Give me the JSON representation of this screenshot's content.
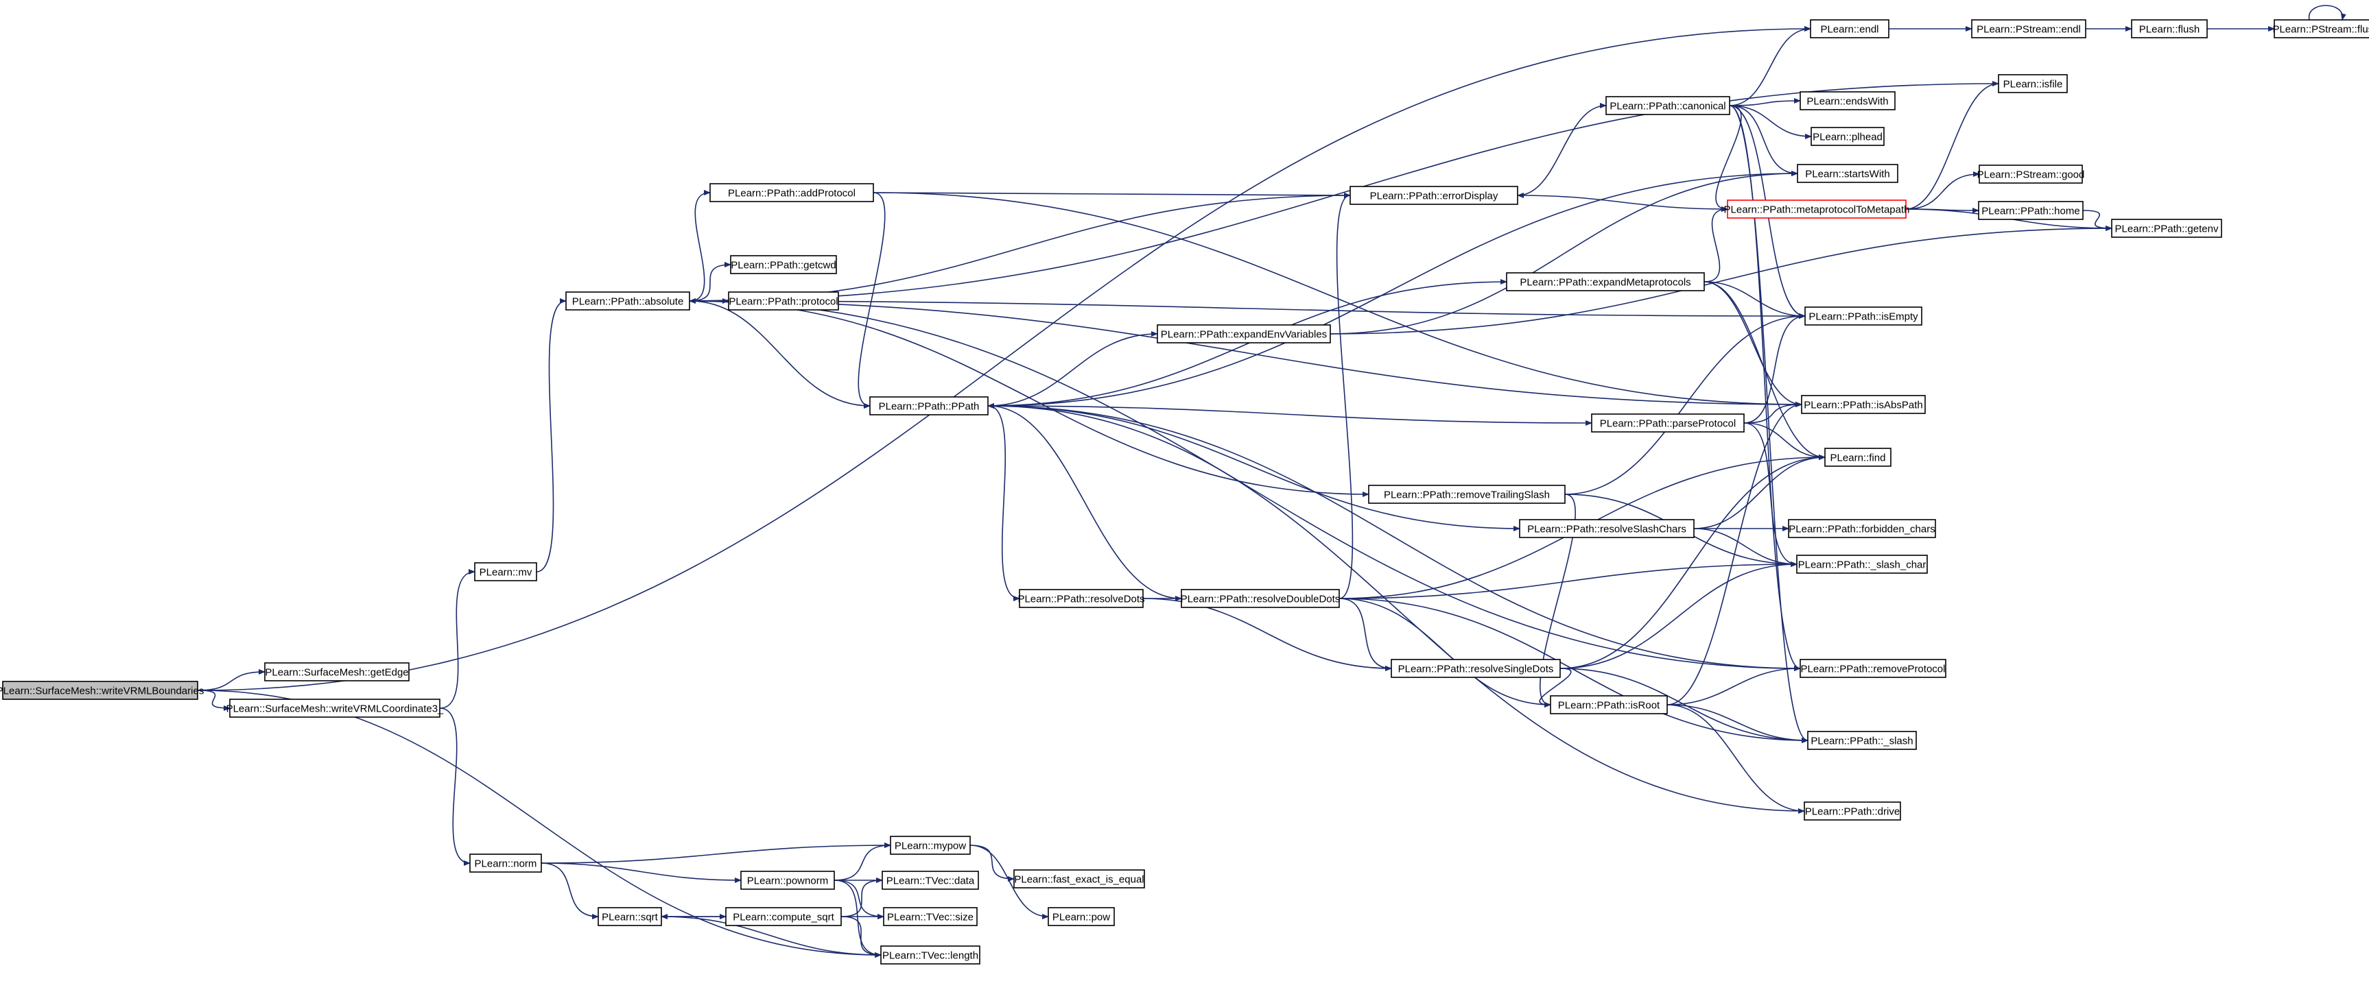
{
  "nodes": [
    {
      "id": "root",
      "label": "PLearn::SurfaceMesh::writeVRMLBoundaries",
      "root": true
    },
    {
      "id": "getEdge",
      "label": "PLearn::SurfaceMesh::getEdge"
    },
    {
      "id": "writeCoord",
      "label": "PLearn::SurfaceMesh::writeVRMLCoordinate3_"
    },
    {
      "id": "mv",
      "label": "PLearn::mv"
    },
    {
      "id": "norm",
      "label": "PLearn::norm"
    },
    {
      "id": "absolute",
      "label": "PLearn::PPath::absolute"
    },
    {
      "id": "addProtocol",
      "label": "PLearn::PPath::addProtocol"
    },
    {
      "id": "getcwd",
      "label": "PLearn::PPath::getcwd"
    },
    {
      "id": "protocol",
      "label": "PLearn::PPath::protocol"
    },
    {
      "id": "PPath",
      "label": "PLearn::PPath::PPath"
    },
    {
      "id": "expandEnvVariables",
      "label": "PLearn::PPath::expandEnvVariables"
    },
    {
      "id": "errorDisplay",
      "label": "PLearn::PPath::errorDisplay"
    },
    {
      "id": "canonical",
      "label": "PLearn::PPath::canonical"
    },
    {
      "id": "endl",
      "label": "PLearn::endl"
    },
    {
      "id": "pstreamEndl",
      "label": "PLearn::PStream::endl"
    },
    {
      "id": "flush",
      "label": "PLearn::flush"
    },
    {
      "id": "pstreamFlush",
      "label": "PLearn::PStream::flush"
    },
    {
      "id": "isfile",
      "label": "PLearn::isfile"
    },
    {
      "id": "endsWith",
      "label": "PLearn::endsWith"
    },
    {
      "id": "plhead",
      "label": "PLearn::plhead"
    },
    {
      "id": "startsWith",
      "label": "PLearn::startsWith"
    },
    {
      "id": "metaprotocol",
      "label": "PLearn::PPath::metaprotocolToMetapath",
      "highlight": true
    },
    {
      "id": "pstreamGood",
      "label": "PLearn::PStream::good"
    },
    {
      "id": "home",
      "label": "PLearn::PPath::home"
    },
    {
      "id": "getenv",
      "label": "PLearn::PPath::getenv"
    },
    {
      "id": "expandMeta",
      "label": "PLearn::PPath::expandMetaprotocols"
    },
    {
      "id": "isEmpty",
      "label": "PLearn::PPath::isEmpty"
    },
    {
      "id": "parseProtocol",
      "label": "PLearn::PPath::parseProtocol"
    },
    {
      "id": "isAbsPath",
      "label": "PLearn::PPath::isAbsPath"
    },
    {
      "id": "find",
      "label": "PLearn::find"
    },
    {
      "id": "removeTrailingSlash",
      "label": "PLearn::PPath::removeTrailingSlash"
    },
    {
      "id": "resolveSlashChars",
      "label": "PLearn::PPath::resolveSlashChars"
    },
    {
      "id": "forbiddenChars",
      "label": "PLearn::PPath::forbidden_chars"
    },
    {
      "id": "slashChar",
      "label": "PLearn::PPath::_slash_char"
    },
    {
      "id": "resolveDots",
      "label": "PLearn::PPath::resolveDots"
    },
    {
      "id": "resolveDoubleDots",
      "label": "PLearn::PPath::resolveDoubleDots"
    },
    {
      "id": "removeProtocol",
      "label": "PLearn::PPath::removeProtocol"
    },
    {
      "id": "resolveSingleDots",
      "label": "PLearn::PPath::resolveSingleDots"
    },
    {
      "id": "isRoot",
      "label": "PLearn::PPath::isRoot"
    },
    {
      "id": "slash",
      "label": "PLearn::PPath::_slash"
    },
    {
      "id": "drive",
      "label": "PLearn::PPath::drive"
    },
    {
      "id": "mypow",
      "label": "PLearn::mypow"
    },
    {
      "id": "pownorm",
      "label": "PLearn::pownorm"
    },
    {
      "id": "tvecData",
      "label": "PLearn::TVec::data"
    },
    {
      "id": "fastExact",
      "label": "PLearn::fast_exact_is_equal"
    },
    {
      "id": "sqrt",
      "label": "PLearn::sqrt"
    },
    {
      "id": "computeSqrt",
      "label": "PLearn::compute_sqrt"
    },
    {
      "id": "tvecSize",
      "label": "PLearn::TVec::size"
    },
    {
      "id": "pow",
      "label": "PLearn::pow"
    },
    {
      "id": "tvecLength",
      "label": "PLearn::TVec::length"
    }
  ],
  "edges": [
    [
      "root",
      "getEdge"
    ],
    [
      "root",
      "writeCoord"
    ],
    [
      "root",
      "endl"
    ],
    [
      "root",
      "tvecLength"
    ],
    [
      "writeCoord",
      "mv"
    ],
    [
      "writeCoord",
      "norm"
    ],
    [
      "mv",
      "absolute"
    ],
    [
      "absolute",
      "addProtocol"
    ],
    [
      "absolute",
      "getcwd"
    ],
    [
      "absolute",
      "protocol"
    ],
    [
      "absolute",
      "PPath"
    ],
    [
      "absolute",
      "isEmpty"
    ],
    [
      "absolute",
      "removeTrailingSlash"
    ],
    [
      "absolute",
      "removeProtocol"
    ],
    [
      "absolute",
      "isAbsPath"
    ],
    [
      "addProtocol",
      "errorDisplay"
    ],
    [
      "addProtocol",
      "PPath"
    ],
    [
      "addProtocol",
      "isAbsPath"
    ],
    [
      "PPath",
      "expandEnvVariables"
    ],
    [
      "PPath",
      "expandMeta"
    ],
    [
      "PPath",
      "parseProtocol"
    ],
    [
      "PPath",
      "resolveSlashChars"
    ],
    [
      "PPath",
      "resolveDots"
    ],
    [
      "PPath",
      "startsWith"
    ],
    [
      "expandEnvVariables",
      "getenv"
    ],
    [
      "expandEnvVariables",
      "startsWith"
    ],
    [
      "errorDisplay",
      "canonical"
    ],
    [
      "errorDisplay",
      "absolute"
    ],
    [
      "canonical",
      "endl"
    ],
    [
      "canonical",
      "endsWith"
    ],
    [
      "canonical",
      "plhead"
    ],
    [
      "canonical",
      "startsWith"
    ],
    [
      "canonical",
      "metaprotocol"
    ],
    [
      "canonical",
      "isEmpty"
    ],
    [
      "canonical",
      "removeProtocol"
    ],
    [
      "canonical",
      "slash"
    ],
    [
      "endl",
      "pstreamEndl"
    ],
    [
      "pstreamEndl",
      "flush"
    ],
    [
      "flush",
      "pstreamFlush"
    ],
    [
      "pstreamFlush",
      "pstreamFlush"
    ],
    [
      "isfile",
      "absolute"
    ],
    [
      "metaprotocol",
      "errorDisplay"
    ],
    [
      "metaprotocol",
      "isfile"
    ],
    [
      "metaprotocol",
      "pstreamGood"
    ],
    [
      "metaprotocol",
      "home"
    ],
    [
      "metaprotocol",
      "getenv"
    ],
    [
      "home",
      "getenv"
    ],
    [
      "expandMeta",
      "metaprotocol"
    ],
    [
      "expandMeta",
      "isEmpty"
    ],
    [
      "expandMeta",
      "find"
    ],
    [
      "expandMeta",
      "isAbsPath"
    ],
    [
      "parseProtocol",
      "isEmpty"
    ],
    [
      "parseProtocol",
      "isAbsPath"
    ],
    [
      "parseProtocol",
      "find"
    ],
    [
      "parseProtocol",
      "slashChar"
    ],
    [
      "removeTrailingSlash",
      "isEmpty"
    ],
    [
      "removeTrailingSlash",
      "isRoot"
    ],
    [
      "removeTrailingSlash",
      "slashChar"
    ],
    [
      "resolveSlashChars",
      "forbiddenChars"
    ],
    [
      "resolveSlashChars",
      "find"
    ],
    [
      "resolveSlashChars",
      "slashChar"
    ],
    [
      "resolveDots",
      "resolveDoubleDots"
    ],
    [
      "resolveDots",
      "resolveSingleDots"
    ],
    [
      "resolveDoubleDots",
      "PPath"
    ],
    [
      "resolveDoubleDots",
      "errorDisplay"
    ],
    [
      "resolveDoubleDots",
      "find"
    ],
    [
      "resolveDoubleDots",
      "slashChar"
    ],
    [
      "resolveDoubleDots",
      "isRoot"
    ],
    [
      "resolveDoubleDots",
      "resolveSingleDots"
    ],
    [
      "resolveDoubleDots",
      "slash"
    ],
    [
      "resolveSingleDots",
      "find"
    ],
    [
      "resolveSingleDots",
      "slashChar"
    ],
    [
      "resolveSingleDots",
      "isRoot"
    ],
    [
      "resolveSingleDots",
      "slash"
    ],
    [
      "isRoot",
      "removeProtocol"
    ],
    [
      "isRoot",
      "isAbsPath"
    ],
    [
      "isRoot",
      "slash"
    ],
    [
      "isRoot",
      "drive"
    ],
    [
      "removeProtocol",
      "PPath"
    ],
    [
      "drive",
      "PPath"
    ],
    [
      "norm",
      "mypow"
    ],
    [
      "norm",
      "pownorm"
    ],
    [
      "norm",
      "sqrt"
    ],
    [
      "mypow",
      "fastExact"
    ],
    [
      "mypow",
      "pow"
    ],
    [
      "pownorm",
      "mypow"
    ],
    [
      "pownorm",
      "tvecData"
    ],
    [
      "pownorm",
      "tvecSize"
    ],
    [
      "pownorm",
      "tvecLength"
    ],
    [
      "sqrt",
      "computeSqrt"
    ],
    [
      "sqrt",
      "tvecLength"
    ],
    [
      "computeSqrt",
      "sqrt"
    ],
    [
      "computeSqrt",
      "tvecData"
    ],
    [
      "computeSqrt",
      "tvecSize"
    ],
    [
      "computeSqrt",
      "tvecLength"
    ]
  ]
}
